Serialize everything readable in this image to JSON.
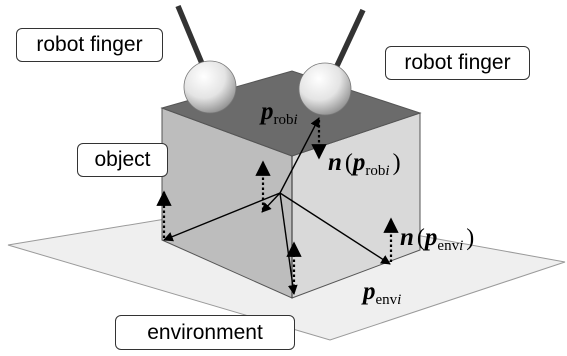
{
  "labels": {
    "robot_finger_left": "robot finger",
    "robot_finger_right": "robot finger",
    "object": "object",
    "environment": "environment"
  },
  "symbols": {
    "p_rob": {
      "vector": "p",
      "subscript": "rob",
      "index": "i"
    },
    "n_p_rob": {
      "func": "n",
      "open": "(",
      "vector": "p",
      "subscript": "rob",
      "index": "i",
      "close": ")"
    },
    "n_p_env": {
      "func": "n",
      "open": "(",
      "vector": "p",
      "subscript": "env",
      "index": "i",
      "close": ")"
    },
    "p_env": {
      "vector": "p",
      "subscript": "env",
      "index": "i"
    }
  },
  "colors": {
    "floor": "#efefef",
    "box_top": "#6b6b6b",
    "box_front": "#bdbdbd",
    "box_right": "#d9d9d9",
    "finger_rod": "#333333"
  }
}
